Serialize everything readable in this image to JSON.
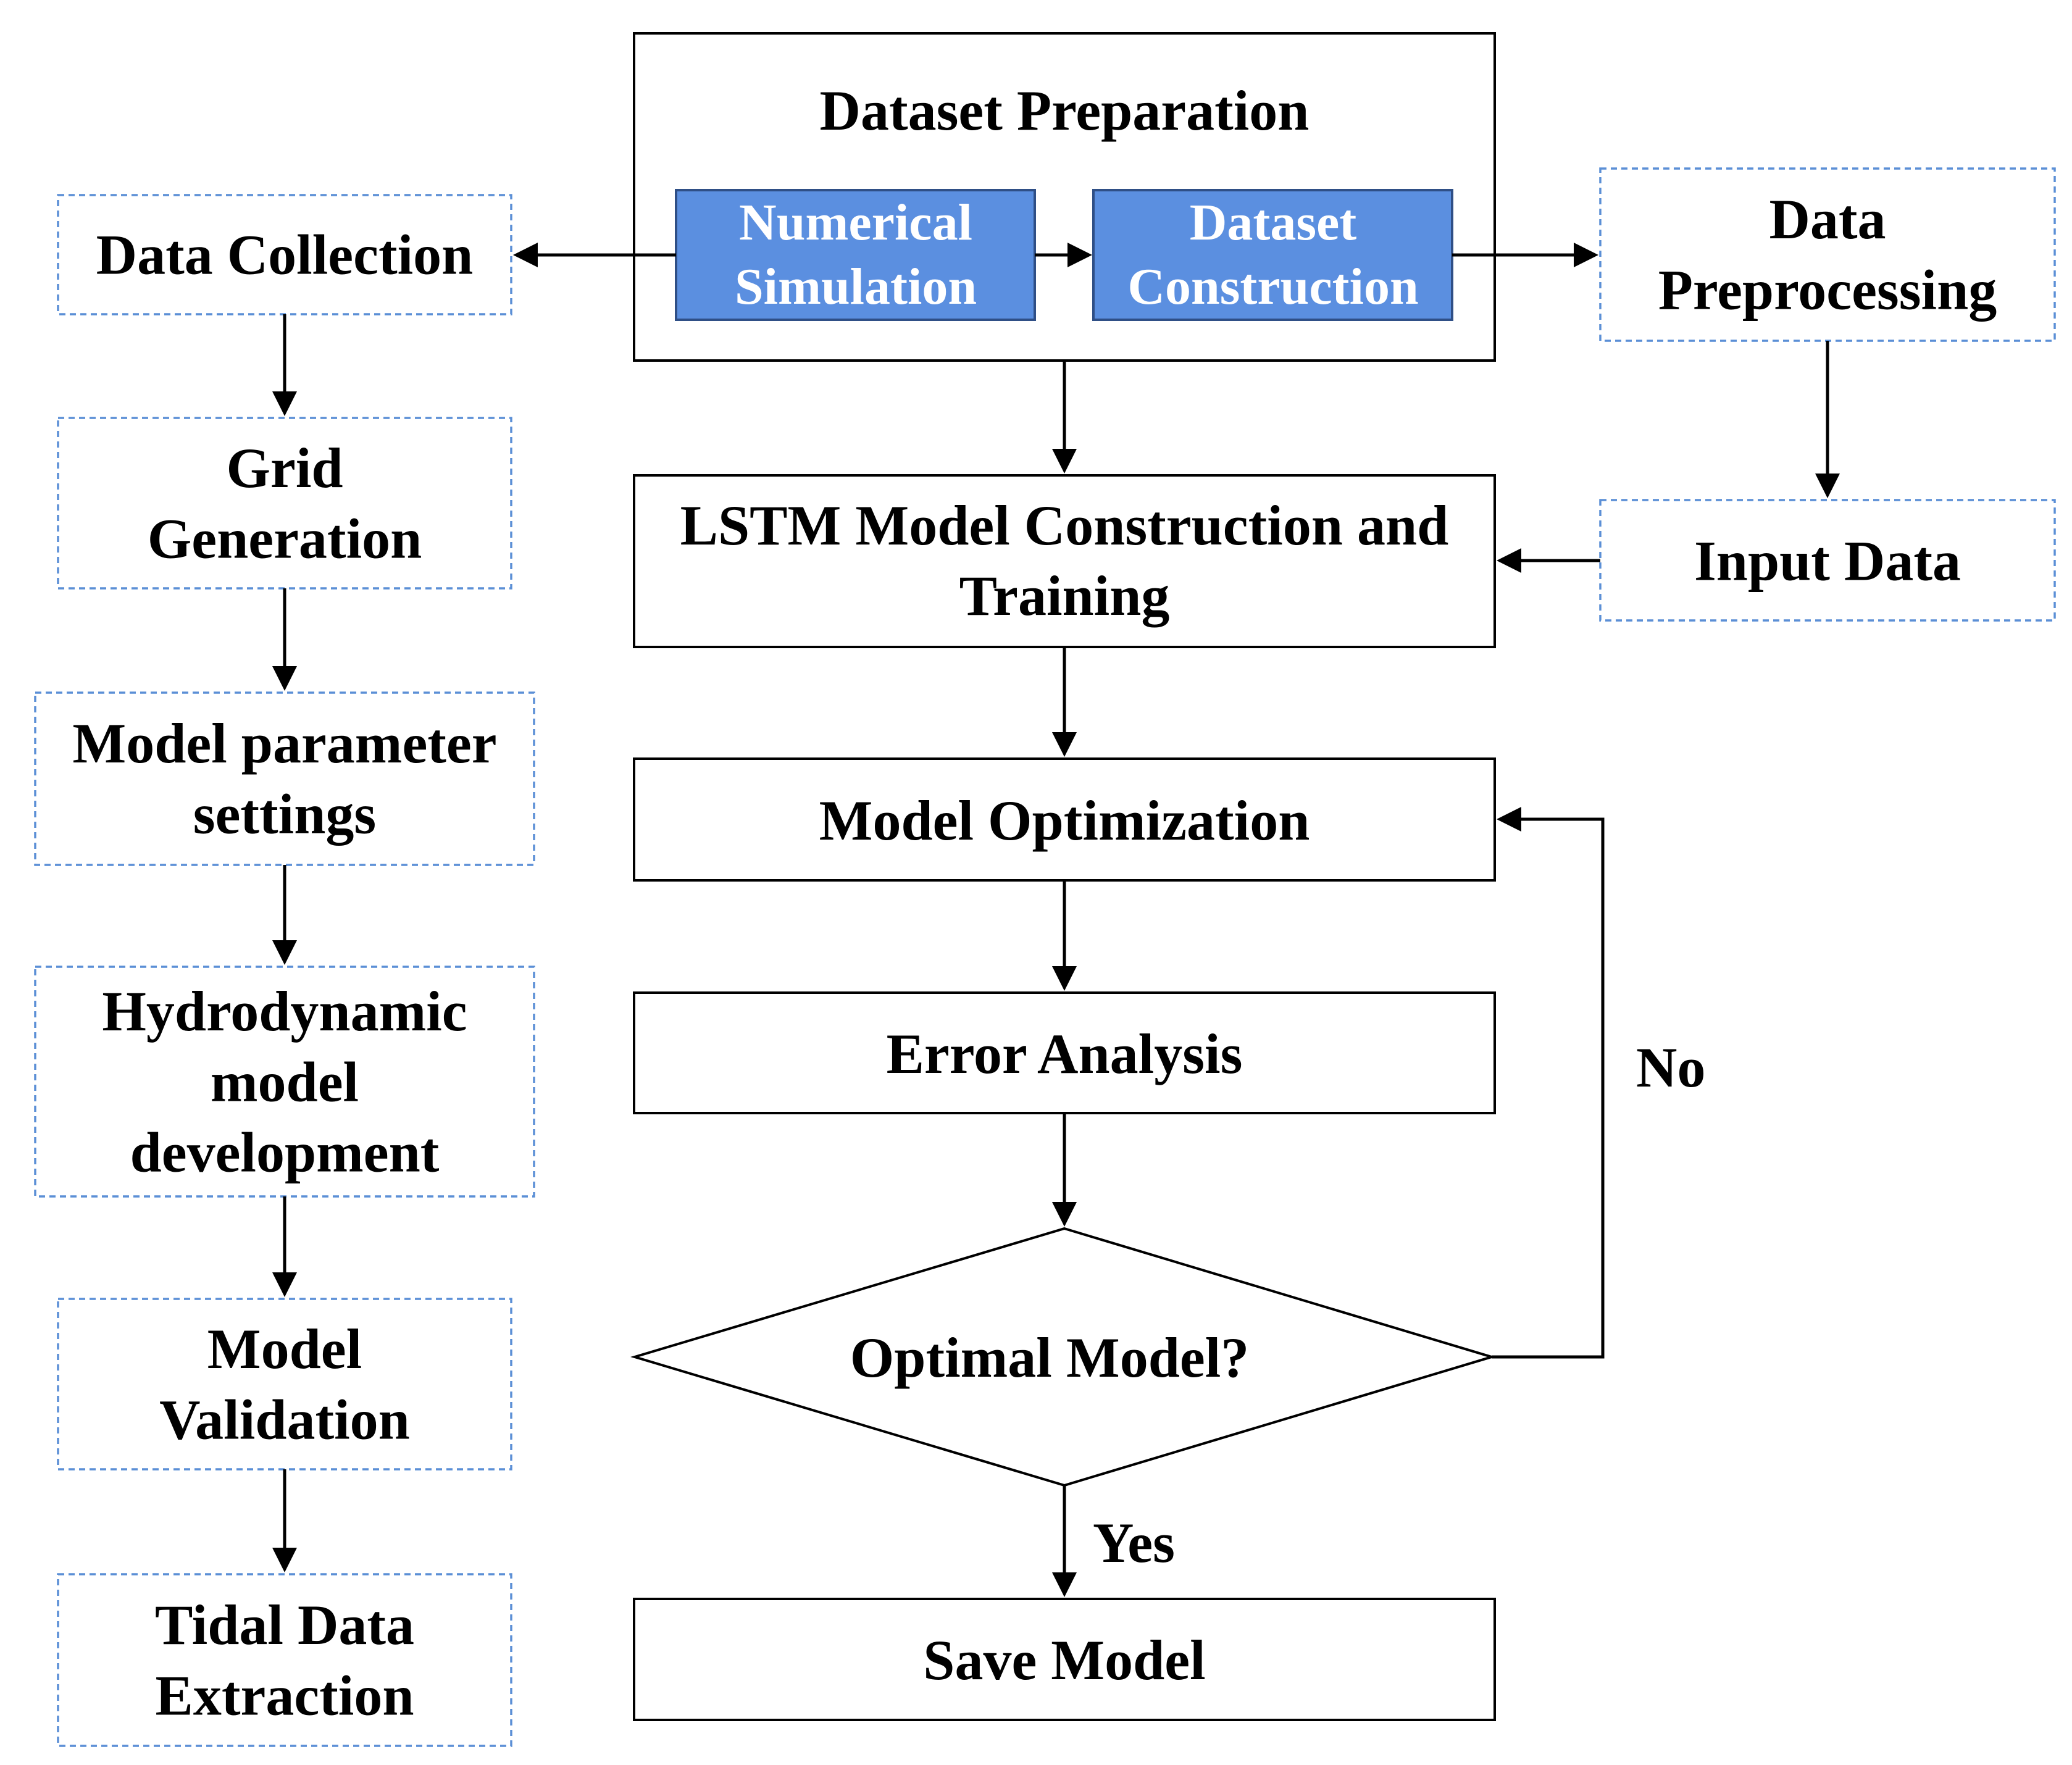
{
  "colors": {
    "accent_fill": "#5b8fe0",
    "accent_border": "#2f4f86",
    "dashed_border": "#5b8fd6",
    "text_on_accent": "#ffffff",
    "line": "#000000"
  },
  "center": {
    "dataset_preparation": {
      "title": "Dataset Preparation"
    },
    "numerical_simulation": {
      "line1": "Numerical",
      "line2": "Simulation"
    },
    "dataset_construction": {
      "line1": "Dataset",
      "line2": "Construction"
    },
    "lstm": {
      "line1": "LSTM Model Construction and",
      "line2": "Training"
    },
    "model_optimization": "Model Optimization",
    "error_analysis": "Error Analysis",
    "optimal_model": "Optimal Model?",
    "save_model": "Save Model",
    "no_label": "No",
    "yes_label": "Yes"
  },
  "left": {
    "data_collection": {
      "lines": [
        "Data Collection"
      ]
    },
    "grid_generation": {
      "lines": [
        "Grid",
        "Generation"
      ]
    },
    "model_parameter_settings": {
      "lines": [
        "Model parameter",
        "settings"
      ]
    },
    "hydrodynamic_model_development": {
      "lines": [
        "Hydrodynamic",
        "model",
        "development"
      ]
    },
    "model_validation": {
      "lines": [
        "Model",
        "Validation"
      ]
    },
    "tidal_data_extraction": {
      "lines": [
        "Tidal Data",
        "Extraction"
      ]
    }
  },
  "right": {
    "data_preprocessing": {
      "lines": [
        "Data",
        "Preprocessing"
      ]
    },
    "input_data": {
      "lines": [
        "Input Data"
      ]
    }
  }
}
